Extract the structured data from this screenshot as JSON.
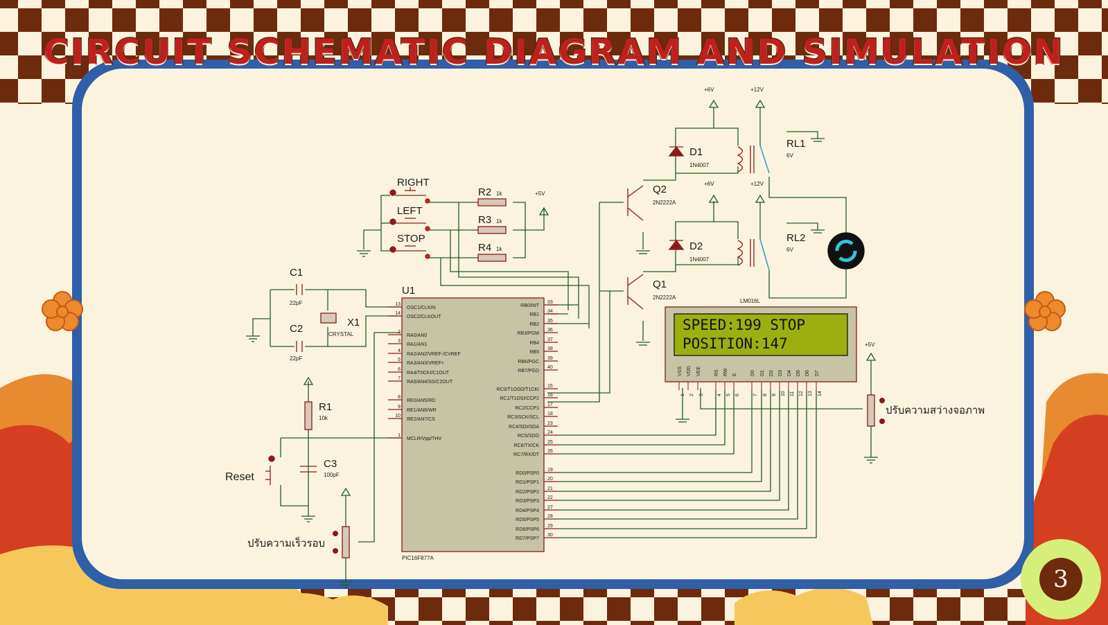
{
  "slide": {
    "title": "CIRCUIT SCHEMATIC DIAGRAM AND SIMULATION",
    "page_number": "3"
  },
  "schematic": {
    "buttons": [
      "RIGHT",
      "LEFT",
      "STOP"
    ],
    "resistors": [
      {
        "name": "R2",
        "value": "1k"
      },
      {
        "name": "R3",
        "value": "1k"
      },
      {
        "name": "R4",
        "value": "1k"
      },
      {
        "name": "R1",
        "value": "10k"
      }
    ],
    "capacitors": [
      {
        "name": "C1",
        "value": "22pF"
      },
      {
        "name": "C2",
        "value": "22pF"
      },
      {
        "name": "C3",
        "value": "100pF"
      }
    ],
    "crystal": {
      "name": "X1",
      "type": "CRYSTAL"
    },
    "reset_label": "Reset",
    "speed_pot_label": "ปรับความเร็วรอบ",
    "brightness_pot_label": "ปรับความสว่างจอภาพ",
    "mcu": {
      "ref": "U1",
      "part": "PIC16F877A",
      "left_pins": [
        {
          "num": "13",
          "name": "OSC1/CLKIN"
        },
        {
          "num": "14",
          "name": "OSC2/CLKOUT"
        },
        {
          "num": "2",
          "name": "RA0/AN0"
        },
        {
          "num": "3",
          "name": "RA1/AN1"
        },
        {
          "num": "4",
          "name": "RA2/AN2/VREF-/CVREF"
        },
        {
          "num": "5",
          "name": "RA3/AN3/VREF+"
        },
        {
          "num": "6",
          "name": "RA4/T0CKI/C1OUT"
        },
        {
          "num": "7",
          "name": "RA5/AN4/SS/C2OUT"
        },
        {
          "num": "8",
          "name": "RE0/AN5/RD"
        },
        {
          "num": "9",
          "name": "RE1/AN6/WR"
        },
        {
          "num": "10",
          "name": "RE2/AN7/CS"
        },
        {
          "num": "1",
          "name": "MCLR/Vpp/THV"
        }
      ],
      "right_pins": [
        {
          "num": "33",
          "name": "RB0/INT"
        },
        {
          "num": "34",
          "name": "RB1"
        },
        {
          "num": "35",
          "name": "RB2"
        },
        {
          "num": "36",
          "name": "RB3/PGM"
        },
        {
          "num": "37",
          "name": "RB4"
        },
        {
          "num": "38",
          "name": "RB5"
        },
        {
          "num": "39",
          "name": "RB6/PGC"
        },
        {
          "num": "40",
          "name": "RB7/PGD"
        },
        {
          "num": "15",
          "name": "RC0/T1OSO/T1CKI"
        },
        {
          "num": "16",
          "name": "RC1/T1OSI/CCP2"
        },
        {
          "num": "17",
          "name": "RC2/CCP1"
        },
        {
          "num": "18",
          "name": "RC3/SCK/SCL"
        },
        {
          "num": "23",
          "name": "RC4/SDI/SDA"
        },
        {
          "num": "24",
          "name": "RC5/SDO"
        },
        {
          "num": "25",
          "name": "RC6/TX/CK"
        },
        {
          "num": "26",
          "name": "RC7/RX/DT"
        },
        {
          "num": "19",
          "name": "RD0/PSP0"
        },
        {
          "num": "20",
          "name": "RD1/PSP1"
        },
        {
          "num": "21",
          "name": "RD2/PSP2"
        },
        {
          "num": "22",
          "name": "RD3/PSP3"
        },
        {
          "num": "27",
          "name": "RD4/PSP4"
        },
        {
          "num": "28",
          "name": "RD5/PSP5"
        },
        {
          "num": "29",
          "name": "RD6/PSP6"
        },
        {
          "num": "30",
          "name": "RD7/PSP7"
        }
      ]
    },
    "transistors": [
      {
        "name": "Q2",
        "part": "2N2222A"
      },
      {
        "name": "Q1",
        "part": "2N2222A"
      }
    ],
    "diodes": [
      {
        "name": "D1",
        "part": "1N4007"
      },
      {
        "name": "D2",
        "part": "1N4007"
      }
    ],
    "relays": [
      {
        "name": "RL1",
        "value": "6V"
      },
      {
        "name": "RL2",
        "value": "6V"
      }
    ],
    "rails": {
      "plus5": "+5V",
      "plus6": "+6V",
      "plus12": "+12V"
    },
    "lcd": {
      "part": "LM016L",
      "line1": "SPEED:199 STOP",
      "line2": "POSITION:147",
      "pin_names": [
        "VSS",
        "VDD",
        "VEE",
        "RS",
        "RW",
        "E",
        "D0",
        "D1",
        "D2",
        "D3",
        "D4",
        "D5",
        "D6",
        "D7"
      ],
      "pin_numbers": [
        "1",
        "2",
        "3",
        "4",
        "5",
        "6",
        "7",
        "8",
        "9",
        "10",
        "11",
        "12",
        "13",
        "14"
      ]
    }
  }
}
